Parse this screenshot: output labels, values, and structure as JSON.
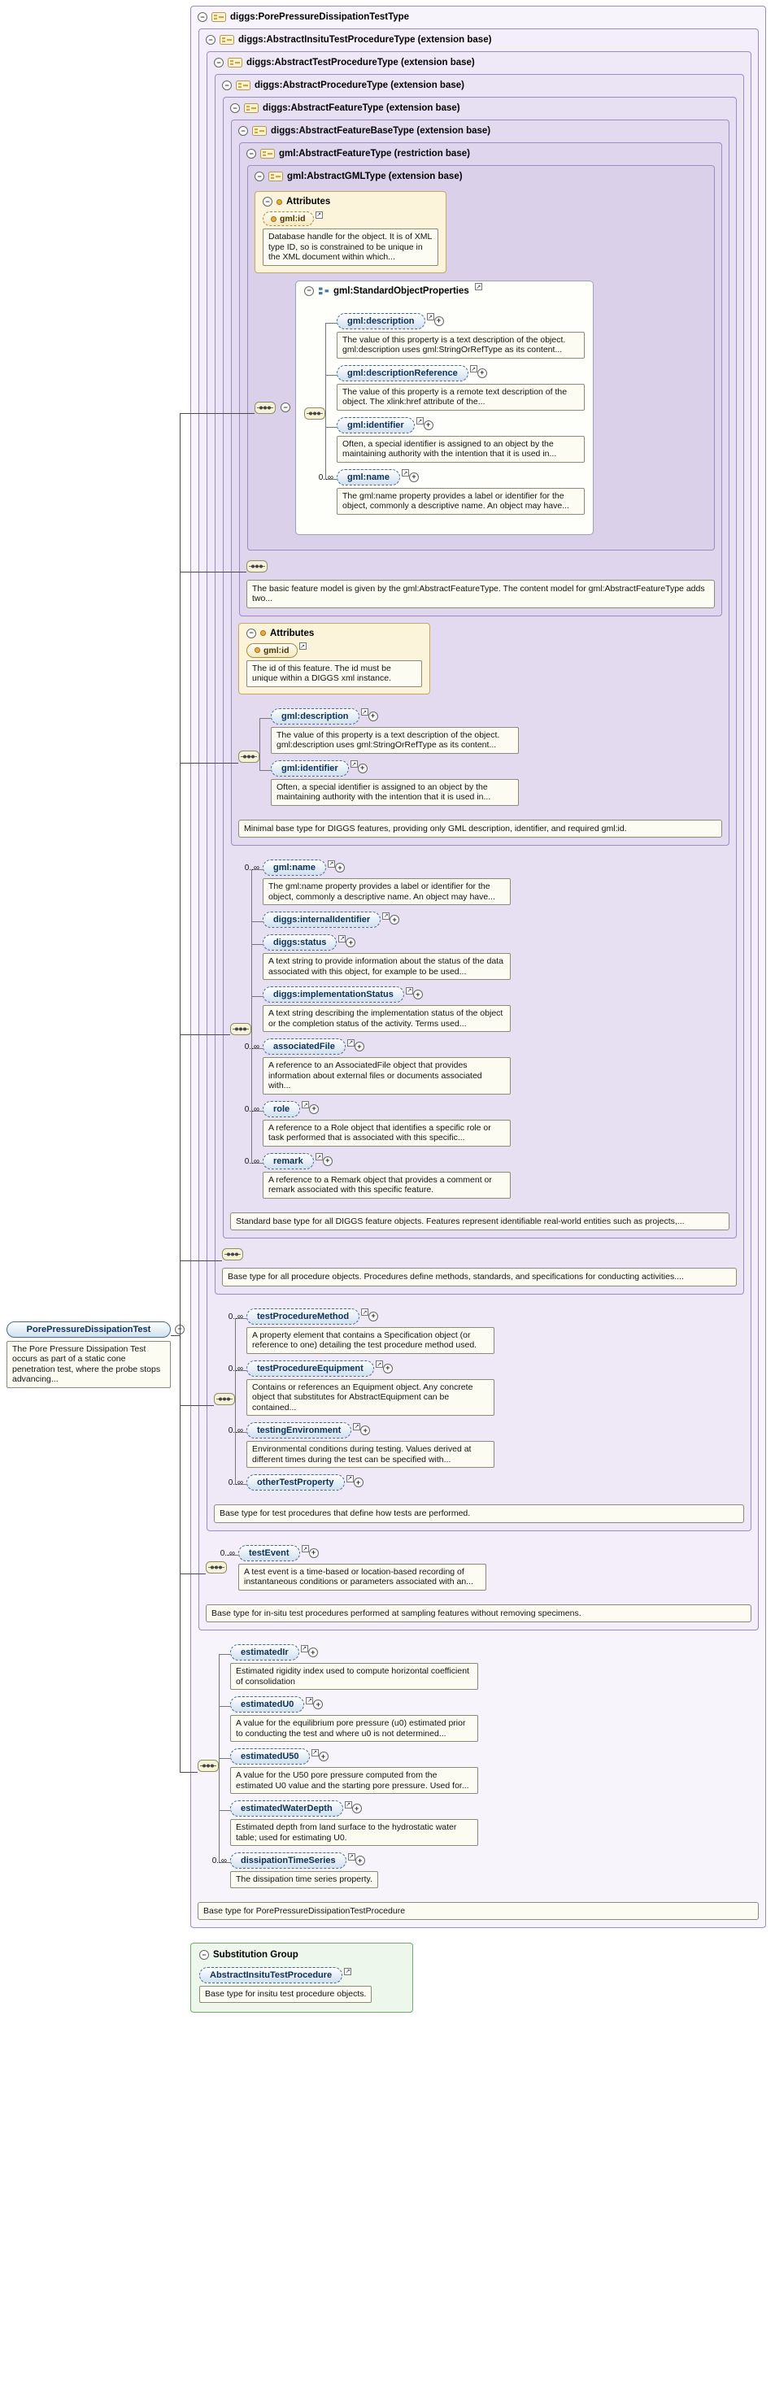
{
  "root_type": {
    "title": "diggs:PorePressureDissipationTestType",
    "annotation": "Base type for PorePressureDissipationTestProcedure"
  },
  "left_element": {
    "name": "PorePressureDissipationTest",
    "doc": "The Pore Pressure Dissipation Test occurs as part of a static cone penetration test, where the probe stops advancing..."
  },
  "substitution_group": {
    "title": "Substitution Group",
    "element_name": "AbstractInsituTestProcedure",
    "doc": "Base type for insitu test procedure objects."
  },
  "labels": {
    "attributes": "Attributes",
    "occurs_many": "0..∞"
  },
  "types": {
    "insitu": {
      "title": "diggs:AbstractInsituTestProcedureType (extension base)",
      "annotation": "Base type for in-situ test procedures performed at sampling features without removing specimens."
    },
    "testproc": {
      "title": "diggs:AbstractTestProcedureType (extension base)",
      "annotation": "Base type for test procedures that define how tests are performed."
    },
    "proc": {
      "title": "diggs:AbstractProcedureType (extension base)",
      "annotation": "Base type for all procedure objects. Procedures define methods, standards, and specifications for conducting activities...."
    },
    "feature": {
      "title": "diggs:AbstractFeatureType (extension base)",
      "annotation": "Standard base type for all DIGGS feature objects. Features represent identifiable real-world entities such as projects,..."
    },
    "featbase": {
      "title": "diggs:AbstractFeatureBaseType (extension base)",
      "annotation": "Minimal base type for DIGGS features, providing only GML description, identifier, and required gml:id."
    },
    "gmlfeat": {
      "title": "gml:AbstractFeatureType (restriction base)",
      "annotation": "The basic feature model is given by the gml:AbstractFeatureType. The content model for gml:AbstractFeatureType adds two..."
    },
    "gmlobj": {
      "title": "gml:AbstractGMLType (extension base)"
    }
  },
  "attributes": {
    "gmlobj_id": {
      "name": "gml:id",
      "doc": "Database handle for the object. It is of XML type ID, so is constrained to be unique in the XML document within which..."
    },
    "featbase_id": {
      "name": "gml:id",
      "doc": "The id of this feature. The id must be unique within a DIGGS xml instance."
    }
  },
  "group": {
    "name": "gml:StandardObjectProperties",
    "elements": [
      {
        "name": "gml:description",
        "doc": "The value of this property is a text description of the object. gml:description uses gml:StringOrRefType as its content..."
      },
      {
        "name": "gml:descriptionReference",
        "doc": "The value of this property is a remote text description of the object. The xlink:href attribute of the..."
      },
      {
        "name": "gml:identifier",
        "doc": "Often, a special identifier is assigned to an object by the maintaining authority with the intention that it is used in..."
      },
      {
        "name": "gml:name",
        "occurs": "0..∞",
        "doc": "The gml:name property provides a label or identifier for the object, commonly a descriptive name. An object may have..."
      }
    ]
  },
  "sequences": {
    "featbase": [
      {
        "name": "gml:description",
        "doc": "The value of this property is a text description of the object. gml:description uses gml:StringOrRefType as its content..."
      },
      {
        "name": "gml:identifier",
        "doc": "Often, a special identifier is assigned to an object by the maintaining authority with the intention that it is used in..."
      }
    ],
    "feature": [
      {
        "name": "gml:name",
        "occurs": "0..∞",
        "doc": "The gml:name property provides a label or identifier for the object, commonly a descriptive name. An object may have..."
      },
      {
        "name": "diggs:internalIdentifier"
      },
      {
        "name": "diggs:status",
        "doc": "A text string to provide information about the status of the data associated with this object, for example to be used..."
      },
      {
        "name": "diggs:implementationStatus",
        "doc": "A text string describing the implementation status of the object or the completion status of the activity. Terms used..."
      },
      {
        "name": "associatedFile",
        "occurs": "0..∞",
        "doc": "A reference to an AssociatedFile object that provides information about external files or documents associated with..."
      },
      {
        "name": "role",
        "occurs": "0..∞",
        "doc": "A reference to a Role object that identifies a specific role or task performed that is associated with this specific..."
      },
      {
        "name": "remark",
        "occurs": "0..∞",
        "doc": "A reference to a Remark object that provides a comment or remark associated with this specific feature."
      }
    ],
    "testproc": [
      {
        "name": "testProcedureMethod",
        "occurs": "0..∞",
        "doc": "A property element that contains a Specification object (or reference to one) detailing the test procedure method used."
      },
      {
        "name": "testProcedureEquipment",
        "occurs": "0..∞",
        "doc": "Contains or references an Equipment object. Any concrete object that substitutes for AbstractEquipment can be contained..."
      },
      {
        "name": "testingEnvironment",
        "occurs": "0..∞",
        "doc": "Environmental conditions during testing. Values derived at different times during the test can be specified with..."
      },
      {
        "name": "otherTestProperty",
        "occurs": "0..∞"
      }
    ],
    "insitu": [
      {
        "name": "testEvent",
        "occurs": "0..∞",
        "doc": "A test event is a time-based or location-based recording of instantaneous conditions or parameters associated with an..."
      }
    ],
    "root": [
      {
        "name": "estimatedIr",
        "doc": "Estimated rigidity index used to compute horizontal coefficient of consolidation"
      },
      {
        "name": "estimatedU0",
        "doc": "A value for the equilibrium pore pressure (u0) estimated prior to conducting the test and where u0 is not determined..."
      },
      {
        "name": "estimatedU50",
        "doc": "A value for the U50 pore pressure computed from the estimated U0 value and the starting pore pressure. Used for..."
      },
      {
        "name": "estimatedWaterDepth",
        "doc": "Estimated depth from land surface to the hydrostatic water table; used for estimating U0."
      },
      {
        "name": "dissipationTimeSeries",
        "occurs": "0..∞",
        "doc": "The dissipation time series property."
      }
    ]
  }
}
